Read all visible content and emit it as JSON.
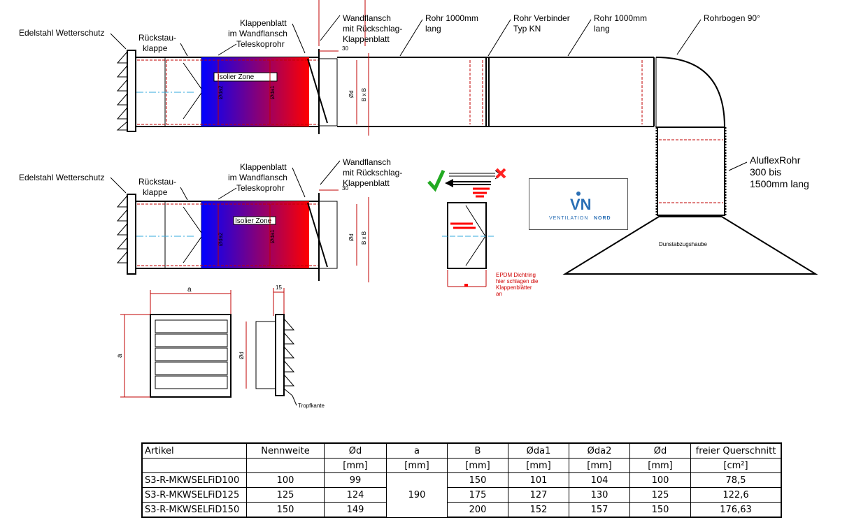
{
  "labels": {
    "wetterschutz": "Edelstahl Wetterschutz",
    "rueckstau_1": "Rückstau-",
    "rueckstau_2": "klappe",
    "klappenblatt_1": "Klappenblatt",
    "klappenblatt_2": "im Wandflansch",
    "teleskop": "Teleskoprohr",
    "wandflansch_1": "Wandflansch",
    "wandflansch_2": "mit Rückschlag-",
    "wandflansch_3": "Klappenblatt",
    "rohr1000": "Rohr 1000mm",
    "lang": "lang",
    "verbinder_1": "Rohr Verbinder",
    "verbinder_2": "Typ KN",
    "rohrbogen": "Rohrbogen 90°",
    "aluflex_1": "AluflexRohr",
    "aluflex_2": "300 bis",
    "aluflex_3": "1500mm lang",
    "isolier": "Isolier Zone",
    "dim_30": "30",
    "dim_d": "Ød",
    "dim_bxb": "B x B",
    "dim_da1": "Øda1",
    "dim_da2": "Øda2",
    "dunst": "Dunstabzugshaube",
    "dim_a": "a",
    "dim_15": "15",
    "tropfkante": "Tropfkante",
    "epdm_1": "EPDM Dichtring",
    "epdm_2": "hier schlagen die",
    "epdm_3": "Klappenblätter",
    "epdm_4": "an",
    "logo_brand": "VENTILATION",
    "logo_brand2": "NORD"
  },
  "colors": {
    "accent_red": "#c00000",
    "insulation_blue": "#0000ff",
    "insulation_red": "#ff0000",
    "check_green": "#22aa22",
    "logo_blue": "#2a6fb5"
  },
  "icons": [
    "check-icon",
    "cross-icon",
    "arrow-right-icon",
    "arrow-left-icon"
  ],
  "table": {
    "headers": [
      "Artikel",
      "Nennweite",
      "Ød",
      "a",
      "B",
      "Øda1",
      "Øda2",
      "Ød",
      "freier Querschnitt"
    ],
    "units": [
      "",
      "",
      "[mm]",
      "[mm]",
      "[mm]",
      "[mm]",
      "[mm]",
      "[mm]",
      "[cm²]"
    ],
    "a_value": "190",
    "rows": [
      {
        "artikel": "S3-R-MKWSELFiD100",
        "nennweite": "100",
        "d": "99",
        "b": "150",
        "da1": "101",
        "da2": "104",
        "d2": "100",
        "querschnitt": "78,5"
      },
      {
        "artikel": "S3-R-MKWSELFiD125",
        "nennweite": "125",
        "d": "124",
        "b": "175",
        "da1": "127",
        "da2": "130",
        "d2": "125",
        "querschnitt": "122,6"
      },
      {
        "artikel": "S3-R-MKWSELFiD150",
        "nennweite": "150",
        "d": "149",
        "b": "200",
        "da1": "152",
        "da2": "157",
        "d2": "150",
        "querschnitt": "176,63"
      }
    ]
  }
}
